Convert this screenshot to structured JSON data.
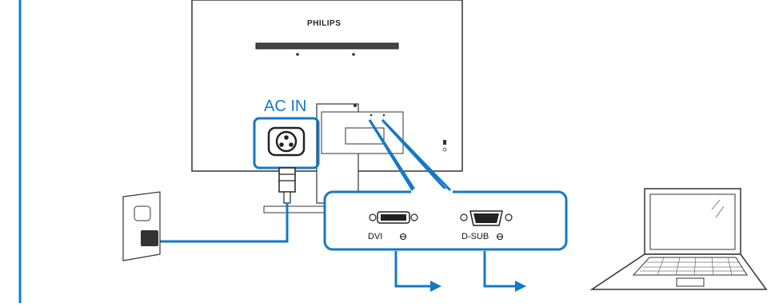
{
  "brand": "PHILIPS",
  "power_label": "AC IN",
  "ports": {
    "dvi_label": "DVI",
    "dsub_label": "D-SUB"
  },
  "colors": {
    "accent": "#1479c6",
    "outline": "#333333",
    "page": "#ffffff"
  },
  "icons": [
    "power-socket-icon",
    "dvi-port-icon",
    "vga-port-icon",
    "wall-outlet-icon",
    "laptop-icon",
    "input-symbol-icon"
  ]
}
